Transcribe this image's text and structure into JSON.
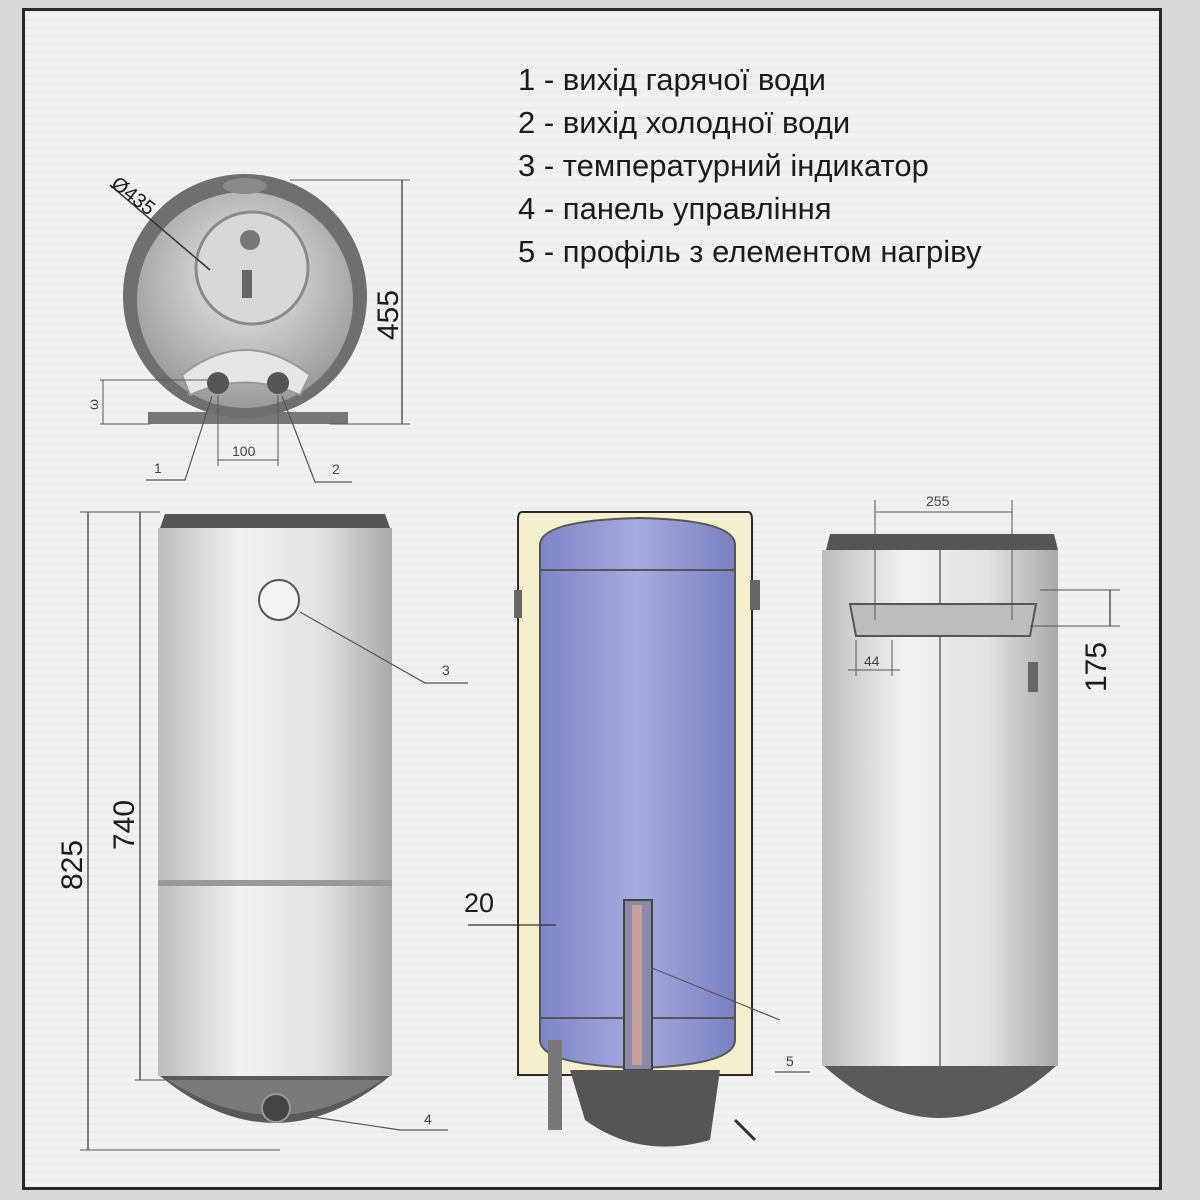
{
  "legend": [
    "1 - вихід гарячої води",
    "2 - вихід холодної води",
    "3 - температурний індикатор",
    "4 - панель управління",
    "5 - профіль з елементом нагріву"
  ],
  "dimensions": {
    "diameter": "Ø435",
    "top_height": "455",
    "pipe_spacing": "100",
    "pipe_height": "ω",
    "total_height": "825",
    "body_height": "740",
    "insulation": "20",
    "mount_width": "255",
    "mount_offset": "44",
    "mount_height": "175"
  },
  "callouts": {
    "c1": "1",
    "c2": "2",
    "c3": "3",
    "c4": "4",
    "c5": "5"
  },
  "colors": {
    "tank_interior": "#8e96d2",
    "insulation": "#f4efcc",
    "body": "#e4e4e4",
    "frame": "#2a2a2a"
  }
}
